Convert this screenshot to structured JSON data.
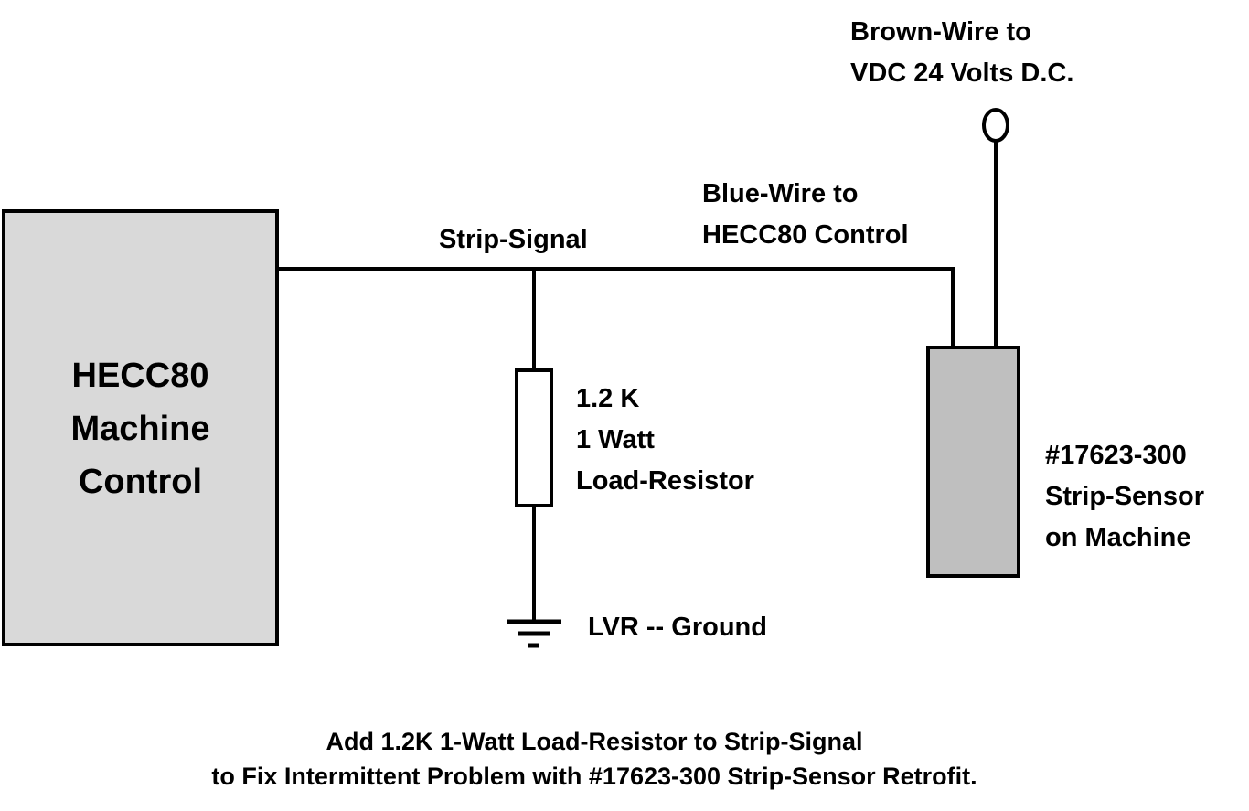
{
  "diagram": {
    "controller_box": {
      "lines": [
        "HECC80",
        "Machine",
        "Control"
      ],
      "fill": "#d9d9d9"
    },
    "sensor_box": {
      "fill": "#bfbfbf",
      "lines": [
        "#17623-300",
        "Strip-Sensor",
        "on  Machine"
      ]
    },
    "signal_label": "Strip-Signal",
    "blue_wire_label": [
      "Blue-Wire  to",
      "HECC80 Control"
    ],
    "brown_wire_label": [
      "Brown-Wire  to",
      "VDC   24 Volts D.C."
    ],
    "resistor_label": [
      "1.2 K",
      "1 Watt",
      "Load-Resistor"
    ],
    "ground_label": "LVR  --  Ground",
    "footer": [
      "Add  1.2K  1-Watt  Load-Resistor  to  Strip-Signal",
      "to Fix Intermittent Problem  with  #17623-300  Strip-Sensor Retrofit."
    ],
    "line_color": "#000000"
  }
}
